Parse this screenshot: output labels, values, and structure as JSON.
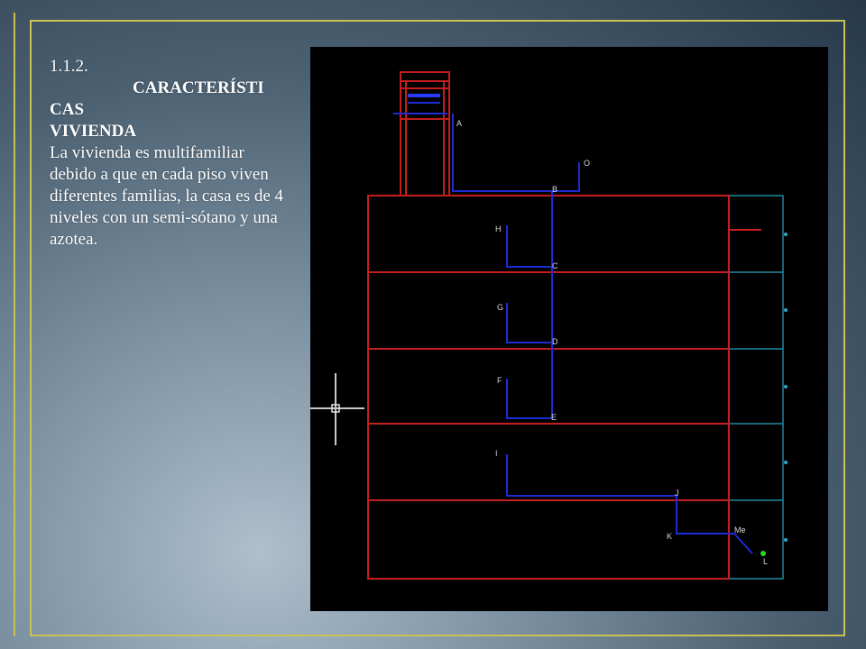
{
  "slide": {
    "section_number": "1.1.2.",
    "title_part1": "CARACTERÍSTI",
    "title_part2": "CAS",
    "title_part3": "VIVIENDA",
    "description": "La vivienda es multifamiliar debido a que en cada piso viven diferentes familias, la casa es de 4 niveles con un semi-sótano y una azotea."
  },
  "drawing": {
    "point_labels": {
      "A": "A",
      "B": "B",
      "C": "C",
      "D": "D",
      "E": "E",
      "F": "F",
      "G": "G",
      "H": "H",
      "I": "I",
      "J": "J",
      "K": "K",
      "L": "L",
      "O": "O",
      "Me": "Me"
    }
  },
  "colors": {
    "frame": "#c9c34f",
    "structure": "#c41e1e",
    "pipe": "#1e2bd6",
    "dim": "#2aa3c2",
    "meter": "#27d627"
  }
}
